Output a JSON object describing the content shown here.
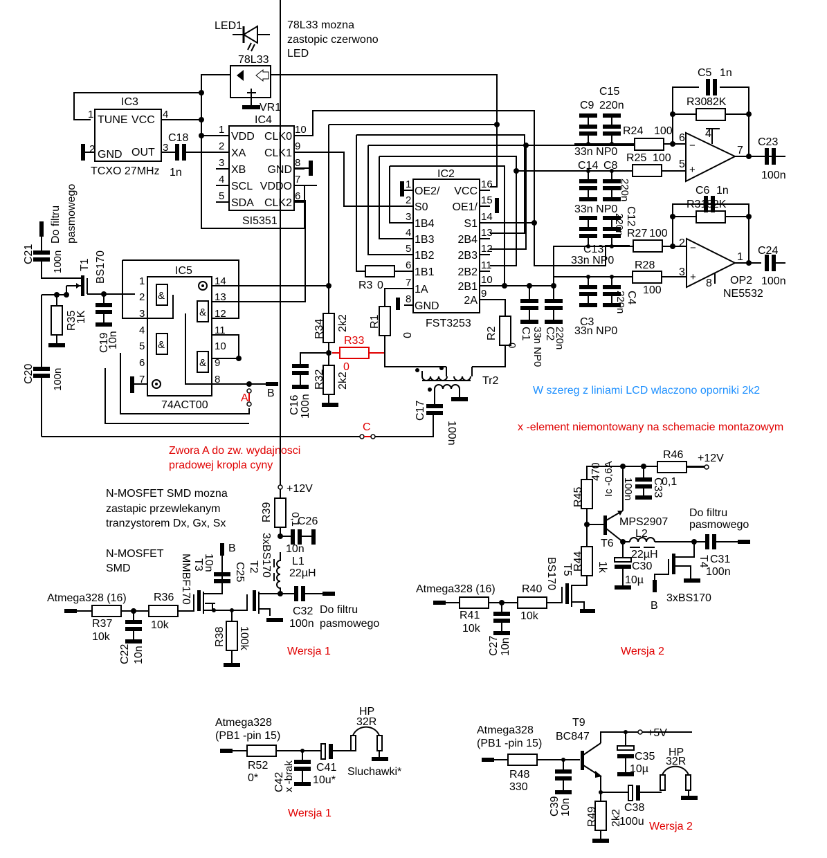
{
  "notes": {
    "led_note": [
      "78L33 mozna",
      "zastopic czerwono",
      "LED"
    ],
    "lcd_note": "W szereg z liniami LCD wlaczono oporniki 2k2",
    "x_note": "x -element niemontowany na schemacie montazowym",
    "zwora_note": [
      "Zwora A do zw. wydajnosci",
      "pradowej kropla cyny"
    ],
    "mosfet_note": [
      "N-MOSFET SMD mozna",
      "zastapic przewlekanym",
      "tranzystorem Dx, Gx, Sx"
    ],
    "mosfet_smd": [
      "N-MOSFET",
      "SMD"
    ],
    "colors": {
      "red": "#e00000",
      "blue": "#1e90ff"
    }
  },
  "components": {
    "led1": "LED1",
    "vr1": {
      "ref": "VR1",
      "value": "78L33"
    },
    "ic3": {
      "ref": "IC3",
      "value": "TCXO 27MHz",
      "pins": {
        "p1": "1",
        "p2": "2",
        "p3": "3",
        "p4": "4",
        "tune": "TUNE",
        "vcc": "VCC",
        "gnd": "GND",
        "out": "OUT"
      }
    },
    "c18": {
      "ref": "C18",
      "value": "1n"
    },
    "ic4": {
      "ref": "IC4",
      "value": "SI5351",
      "left": [
        {
          "n": "1",
          "l": "VDD"
        },
        {
          "n": "2",
          "l": "XA"
        },
        {
          "n": "3",
          "l": "XB"
        },
        {
          "n": "4",
          "l": "SCL"
        },
        {
          "n": "5",
          "l": "SDA"
        }
      ],
      "right": [
        {
          "n": "10",
          "l": "CLK0"
        },
        {
          "n": "9",
          "l": "CLK1"
        },
        {
          "n": "8",
          "l": "GND"
        },
        {
          "n": "7",
          "l": "VDDO"
        },
        {
          "n": "6",
          "l": "CLK2"
        }
      ]
    },
    "ic2": {
      "ref": "IC2",
      "value": "FST3253",
      "left": [
        {
          "n": "1",
          "l": "OE2/"
        },
        {
          "n": "2",
          "l": "S0"
        },
        {
          "n": "3",
          "l": "1B4"
        },
        {
          "n": "4",
          "l": "1B3"
        },
        {
          "n": "5",
          "l": "1B2"
        },
        {
          "n": "6",
          "l": "1B1"
        },
        {
          "n": "7",
          "l": "1A"
        },
        {
          "n": "8",
          "l": "GND"
        }
      ],
      "right": [
        {
          "n": "16",
          "l": "VCC"
        },
        {
          "n": "15",
          "l": "OE1/"
        },
        {
          "n": "14",
          "l": "S1"
        },
        {
          "n": "13",
          "l": "2B4"
        },
        {
          "n": "12",
          "l": "2B3"
        },
        {
          "n": "11",
          "l": "2B2"
        },
        {
          "n": "10",
          "l": "2B1"
        },
        {
          "n": "9",
          "l": "2A"
        }
      ]
    },
    "ic5": {
      "ref": "IC5",
      "value": "74ACT00",
      "pins": [
        "1",
        "2",
        "3",
        "4",
        "5",
        "6",
        "7",
        "14",
        "13",
        "12",
        "11",
        "10",
        "9",
        "8"
      ],
      "gate": "&"
    },
    "c21": {
      "ref": "C21",
      "value": "100n"
    },
    "do_filtru_v": [
      "Do filtru",
      "pasmowego"
    ],
    "t1": {
      "ref": "T1",
      "value": "BS170"
    },
    "r35": {
      "ref": "R35",
      "value": "1K"
    },
    "c19": {
      "ref": "C19",
      "value": "10n"
    },
    "c20": {
      "ref": "C20",
      "value": "100n"
    },
    "r34": {
      "ref": "R34",
      "value": "2k2"
    },
    "r33": {
      "ref": "R33",
      "value": "0"
    },
    "r32": {
      "ref": "R32",
      "value": "2k2"
    },
    "c16": {
      "ref": "C16",
      "value": "100n"
    },
    "r3": {
      "ref": "R3",
      "value": "0"
    },
    "r1": {
      "ref": "R1",
      "value": "0"
    },
    "r2": {
      "ref": "R2",
      "value": "0"
    },
    "tr2": "Tr2",
    "c17": {
      "ref": "C17",
      "value": "100n"
    },
    "jumpers": {
      "a": "A",
      "b": "B",
      "c": "C"
    },
    "c1": {
      "ref": "C1",
      "value": "33n NP0"
    },
    "c2": {
      "ref": "C2",
      "value": "220n"
    },
    "c9": {
      "ref": "C9",
      "value": "33n NP0"
    },
    "c15": {
      "ref": "C15",
      "value": "220n"
    },
    "c14": {
      "ref": "C14",
      "value": "33n NP0"
    },
    "c8": {
      "ref": "C8",
      "value": "220n"
    },
    "c13": {
      "ref": "C13",
      "value": "33n NP0"
    },
    "c12": {
      "ref": "C12",
      "value": "220n"
    },
    "c3": {
      "ref": "C3",
      "value": "33n NP0"
    },
    "c4": {
      "ref": "C4",
      "value": "220n"
    },
    "r24": {
      "ref": "R24",
      "value": "100"
    },
    "r25": {
      "ref": "R25",
      "value": "100"
    },
    "r27": {
      "ref": "R27",
      "value": "100"
    },
    "r28": {
      "ref": "R28",
      "value": "100"
    },
    "r30": {
      "ref": "R30",
      "value": "82K"
    },
    "r31": {
      "ref": "R31",
      "value": "82K"
    },
    "c5": {
      "ref": "C5",
      "value": "1n"
    },
    "c6": {
      "ref": "C6",
      "value": "1n"
    },
    "c23": {
      "ref": "C23",
      "value": "100n"
    },
    "c24": {
      "ref": "C24",
      "value": "100n"
    },
    "op2": {
      "ref": "OP2",
      "value": "NE5532",
      "pins_a": [
        "6",
        "5",
        "7",
        "4"
      ],
      "pins_b": [
        "2",
        "3",
        "1",
        "8"
      ]
    },
    "v1": {
      "title": "Wersja 1",
      "input": "Atmega328 (16)",
      "r37": {
        "ref": "R37",
        "value": "10k"
      },
      "r36": {
        "ref": "R36",
        "value": "10k"
      },
      "c22": {
        "ref": "C22",
        "value": "10n"
      },
      "t3": {
        "ref": "T3",
        "value": "MMBF170"
      },
      "c25": {
        "ref": "C25",
        "value": "10n"
      },
      "t2": {
        "ref": "T2",
        "value": "3xBS170"
      },
      "r38": {
        "ref": "R38",
        "value": "100k"
      },
      "r39": {
        "ref": "R39",
        "value": "0,1"
      },
      "c26": {
        "ref": "C26",
        "value": "10n"
      },
      "l1": {
        "ref": "L1",
        "value": "22µH"
      },
      "c32": {
        "ref": "C32",
        "value": "100n"
      },
      "supply": "+12V",
      "out": [
        "Do filtru",
        "pasmowego"
      ],
      "b": "B"
    },
    "v2": {
      "title": "Wersja 2",
      "input": "Atmega328 (16)",
      "r41": {
        "ref": "R41",
        "value": "10k"
      },
      "r40": {
        "ref": "R40",
        "value": "10k"
      },
      "c27": {
        "ref": "C27",
        "value": "10n"
      },
      "t5": {
        "ref": "T5",
        "value": "BS170"
      },
      "r44": {
        "ref": "R44",
        "value": "1k"
      },
      "r45": {
        "ref": "R45",
        "value": "470"
      },
      "ic_note": "Ic -0,6A",
      "c33": {
        "ref": "C33",
        "value": "100n"
      },
      "r46": {
        "ref": "R46",
        "value": "0,1"
      },
      "supply": "+12V",
      "t6": {
        "ref": "T6",
        "value": "MPS2907"
      },
      "l2": {
        "ref": "L2",
        "value": "22µH"
      },
      "c30": {
        "ref": "C30",
        "value": "10µ"
      },
      "t4": {
        "ref": "T4",
        "value": "3xBS170"
      },
      "c31": {
        "ref": "C31",
        "value": "100n"
      },
      "out": [
        "Do filtru",
        "pasmowego"
      ],
      "b": "B"
    },
    "a1": {
      "title": "Wersja 1",
      "input": [
        "Atmega328",
        "(PB1 -pin 15)"
      ],
      "r52": {
        "ref": "R52",
        "value": "0*"
      },
      "c42": {
        "ref": "C42",
        "value": "x -brak"
      },
      "c41": {
        "ref": "C41",
        "value": "10u*"
      },
      "hp": [
        "HP",
        "32R"
      ],
      "hp_label": "Sluchawki*"
    },
    "a2": {
      "title": "Wersja 2",
      "input": [
        "Atmega328",
        "(PB1 -pin 15)"
      ],
      "r48": {
        "ref": "R48",
        "value": "330"
      },
      "c39": {
        "ref": "C39",
        "value": "10n"
      },
      "t9": {
        "ref": "T9",
        "value": "BC847"
      },
      "c35": {
        "ref": "C35",
        "value": "10µ"
      },
      "supply": "+5V",
      "r49": {
        "ref": "R49",
        "value": "2k2"
      },
      "c38": {
        "ref": "C38",
        "value": "100u"
      },
      "hp": [
        "HP",
        "32R"
      ]
    }
  }
}
